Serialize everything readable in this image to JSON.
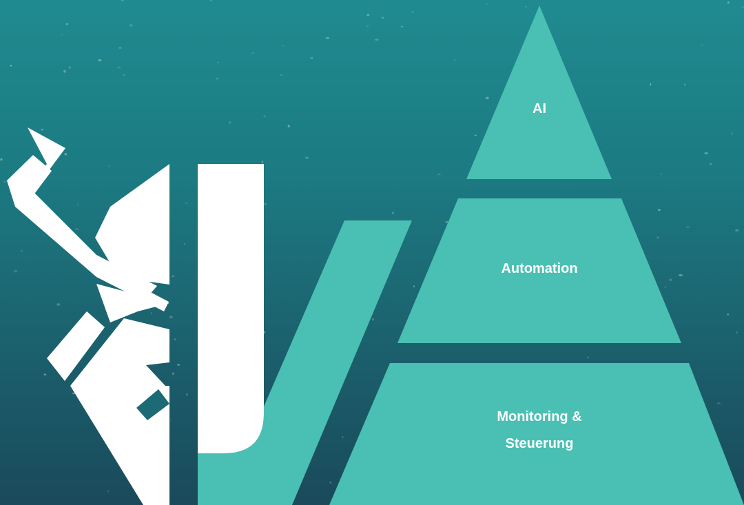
{
  "colors": {
    "background_top": "#1f8b90",
    "background_bottom": "#1a4a5b",
    "accent_teal": "#4abfb3",
    "logo_white": "#ffffff"
  },
  "logo": {
    "icon": "viking-head-logo"
  },
  "pyramid": {
    "tiers": [
      {
        "label": "AI"
      },
      {
        "label": "Automation"
      },
      {
        "label_line1": "Monitoring &",
        "label_line2": "Steuerung"
      }
    ]
  }
}
